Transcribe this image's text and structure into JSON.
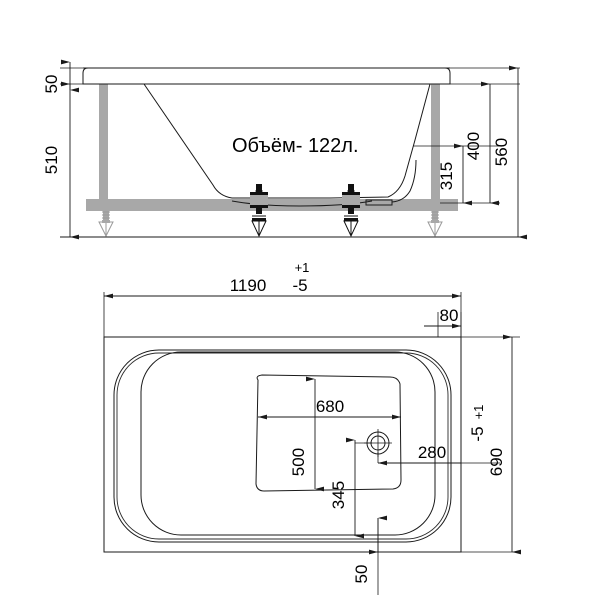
{
  "drawing": {
    "title": "Bathtub technical drawing",
    "units": "mm",
    "volume_label": "Объём- 122л.",
    "elevation": {
      "name": "side elevation view",
      "dimensions": {
        "rim_thickness": "50",
        "body_height": "510",
        "inner_depth": "315",
        "apron_height": "400",
        "total_height": "560"
      }
    },
    "plan": {
      "name": "top plan view",
      "dimensions": {
        "length": "1190",
        "length_tol_upper": "+1",
        "length_tol_lower": "-5",
        "width": "690",
        "width_tol_upper": "+1",
        "width_tol_lower": "-5",
        "rim_offset": "80",
        "basin_length": "680",
        "basin_width": "500",
        "drain_offset_y": "345",
        "drain_offset_x": "280",
        "bottom_offset": "50"
      }
    },
    "colors": {
      "line": "#1a1a1a",
      "frame_gray": "#a8a8a8",
      "bracket_black": "#111111",
      "background": "#ffffff"
    }
  }
}
